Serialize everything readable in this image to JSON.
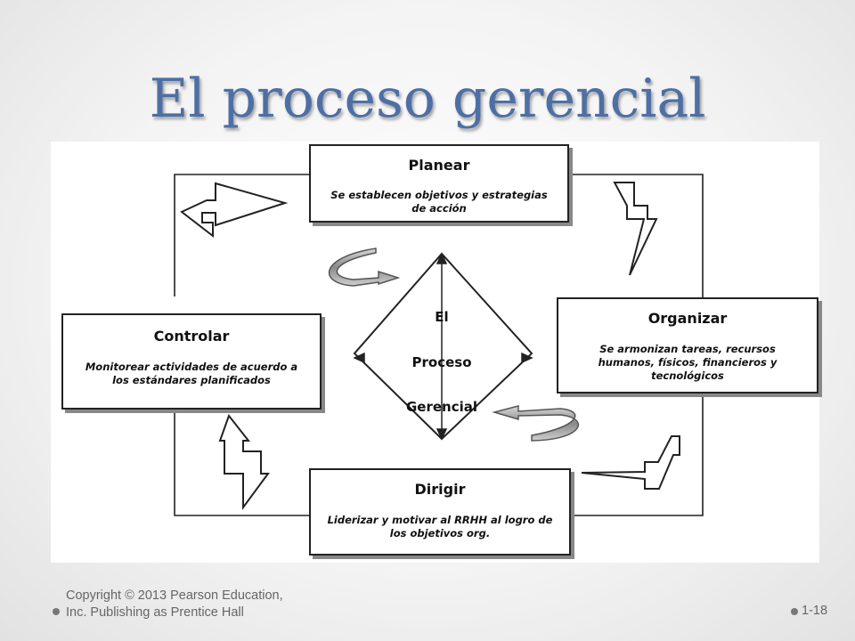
{
  "slide": {
    "title": "El proceso gerencial"
  },
  "diagram": {
    "boxes": {
      "planear": {
        "title": "Planear",
        "description": "Se establecen objetivos y estrategias de acción"
      },
      "organizar": {
        "title": "Organizar",
        "description": "Se armonizan tareas, recursos humanos, físicos, financieros y tecnológicos"
      },
      "dirigir": {
        "title": "Dirigir",
        "description": "Liderizar y motivar al RRHH al logro de los objetivos org."
      },
      "controlar": {
        "title": "Controlar",
        "description": "Monitorear actividades de acuerdo a los estándares planificados"
      }
    },
    "center": {
      "line1": "El",
      "line2": "Proceso",
      "line3": "Gerencial"
    }
  },
  "footer": {
    "copyright": "Copyright © 2013 Pearson Education, Inc. Publishing as Prentice Hall",
    "page_number": "1-18"
  },
  "colors": {
    "title": "#4d6fa5",
    "frame": "#222222",
    "curved_arrow": "#8a8a8a"
  }
}
